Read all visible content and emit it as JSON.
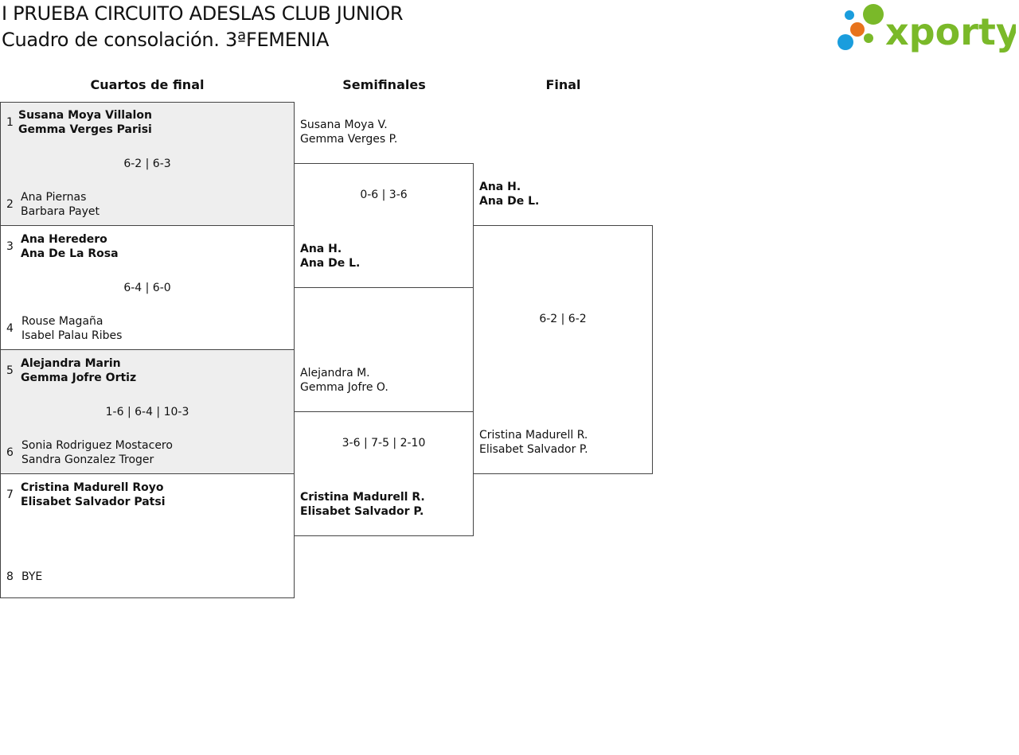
{
  "header": {
    "title": "I PRUEBA CIRCUITO ADESLAS CLUB JUNIOR",
    "subtitle": "Cuadro de consolación. 3ªFEMENIA",
    "logo_text": "xporty"
  },
  "rounds": {
    "quarterfinals": "Cuartos de final",
    "semifinals": "Semifinales",
    "final": "Final"
  },
  "colors": {
    "logo_green": "#7ab929",
    "logo_blue": "#1a9ddd",
    "logo_orange": "#e8731c",
    "shade": "#eeeeee"
  },
  "quarterfinals": [
    {
      "seed_a": "1",
      "a1": "Susana Moya Villalon",
      "a2": "Gemma Verges Parisi",
      "score": "6-2 | 6-3",
      "seed_b": "2",
      "b1": "Ana Piernas",
      "b2": "Barbara Payet"
    },
    {
      "seed_a": "3",
      "a1": "Ana Heredero",
      "a2": "Ana De La Rosa",
      "score": "6-4 | 6-0",
      "seed_b": "4",
      "b1": "Rouse Magaña",
      "b2": "Isabel Palau Ribes"
    },
    {
      "seed_a": "5",
      "a1": "Alejandra Marin",
      "a2": "Gemma Jofre Ortiz",
      "score": "1-6 | 6-4 | 10-3",
      "seed_b": "6",
      "b1": "Sonia Rodriguez Mostacero",
      "b2": "Sandra Gonzalez Troger"
    },
    {
      "seed_a": "7",
      "a1": "Cristina Madurell Royo",
      "a2": "Elisabet Salvador Patsi",
      "score": "",
      "seed_b": "8",
      "b1": "BYE",
      "b2": ""
    }
  ],
  "semifinals": [
    {
      "a1": "Susana Moya V.",
      "a2": "Gemma Verges P.",
      "score": "0-6 | 3-6",
      "b1": "Ana H.",
      "b2": "Ana De L."
    },
    {
      "a1": "Alejandra M.",
      "a2": "Gemma Jofre O.",
      "score": "3-6 | 7-5 | 2-10",
      "b1": "Cristina Madurell R.",
      "b2": "Elisabet Salvador P."
    }
  ],
  "final": {
    "a1": "Ana H.",
    "a2": "Ana De L.",
    "score": "6-2 | 6-2",
    "b1": "Cristina Madurell R.",
    "b2": "Elisabet Salvador P."
  }
}
